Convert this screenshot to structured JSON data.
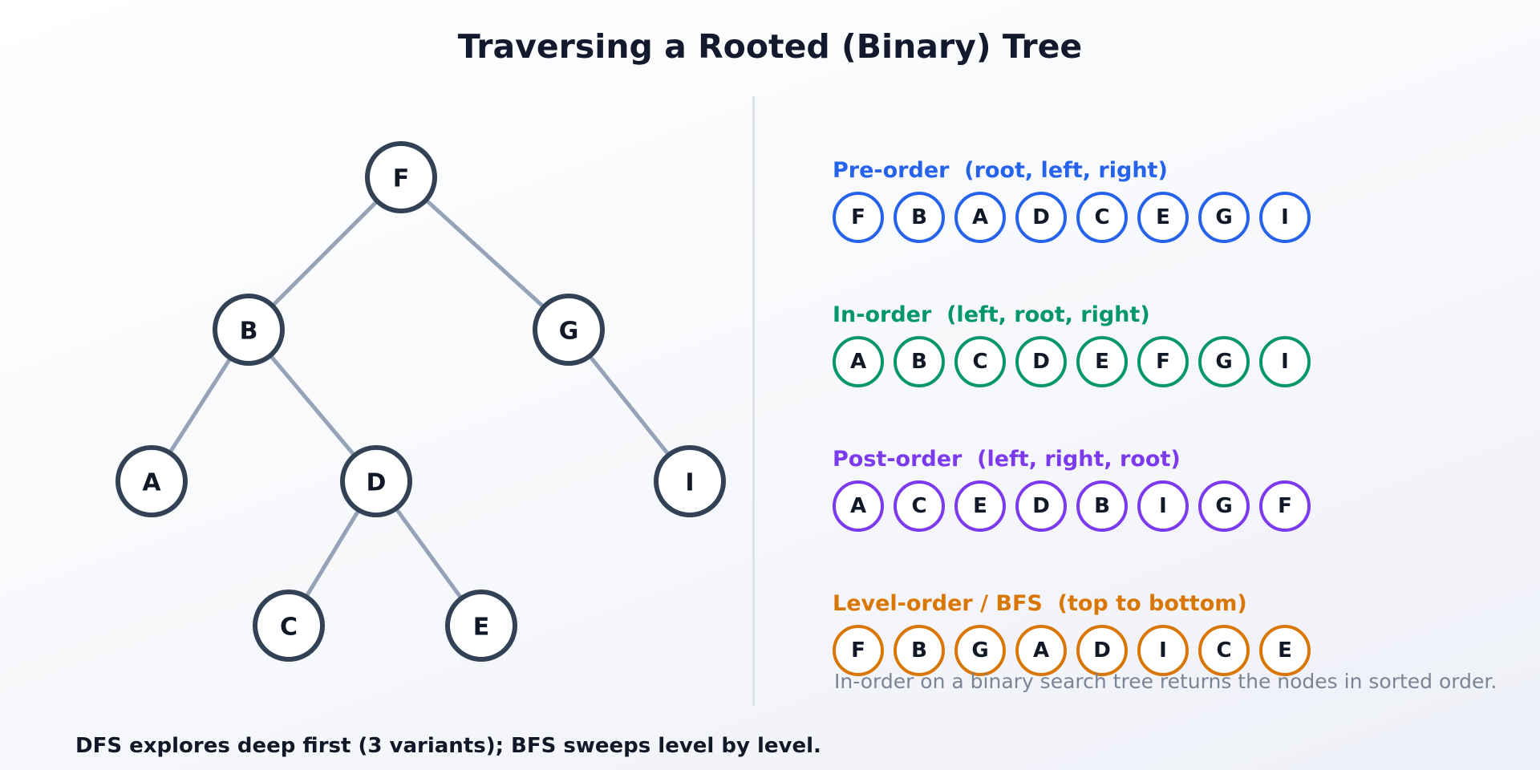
{
  "title": "Traversing a Rooted (Binary) Tree",
  "tree": {
    "nodes": [
      "F",
      "B",
      "G",
      "A",
      "D",
      "I",
      "C",
      "E"
    ],
    "edges": [
      [
        "F",
        "B"
      ],
      [
        "F",
        "G"
      ],
      [
        "B",
        "A"
      ],
      [
        "B",
        "D"
      ],
      [
        "G",
        "I"
      ],
      [
        "D",
        "C"
      ],
      [
        "D",
        "E"
      ]
    ]
  },
  "traversals": [
    {
      "label": "Pre-order  (root, left, right)",
      "color": "#2563eb",
      "sequence": [
        "F",
        "B",
        "A",
        "D",
        "C",
        "E",
        "G",
        "I"
      ]
    },
    {
      "label": "In-order  (left, root, right)",
      "color": "#059669",
      "sequence": [
        "A",
        "B",
        "C",
        "D",
        "E",
        "F",
        "G",
        "I"
      ]
    },
    {
      "label": "Post-order  (left, right, root)",
      "color": "#7c3aed",
      "sequence": [
        "A",
        "C",
        "E",
        "D",
        "B",
        "I",
        "G",
        "F"
      ]
    },
    {
      "label": "Level-order / BFS  (top to bottom)",
      "color": "#d97706",
      "sequence": [
        "F",
        "B",
        "G",
        "A",
        "D",
        "I",
        "C",
        "E"
      ]
    }
  ],
  "note": "In-order on a binary search tree returns the nodes in sorted order.",
  "footer": "DFS explores deep first (3 variants); BFS sweeps level by level."
}
